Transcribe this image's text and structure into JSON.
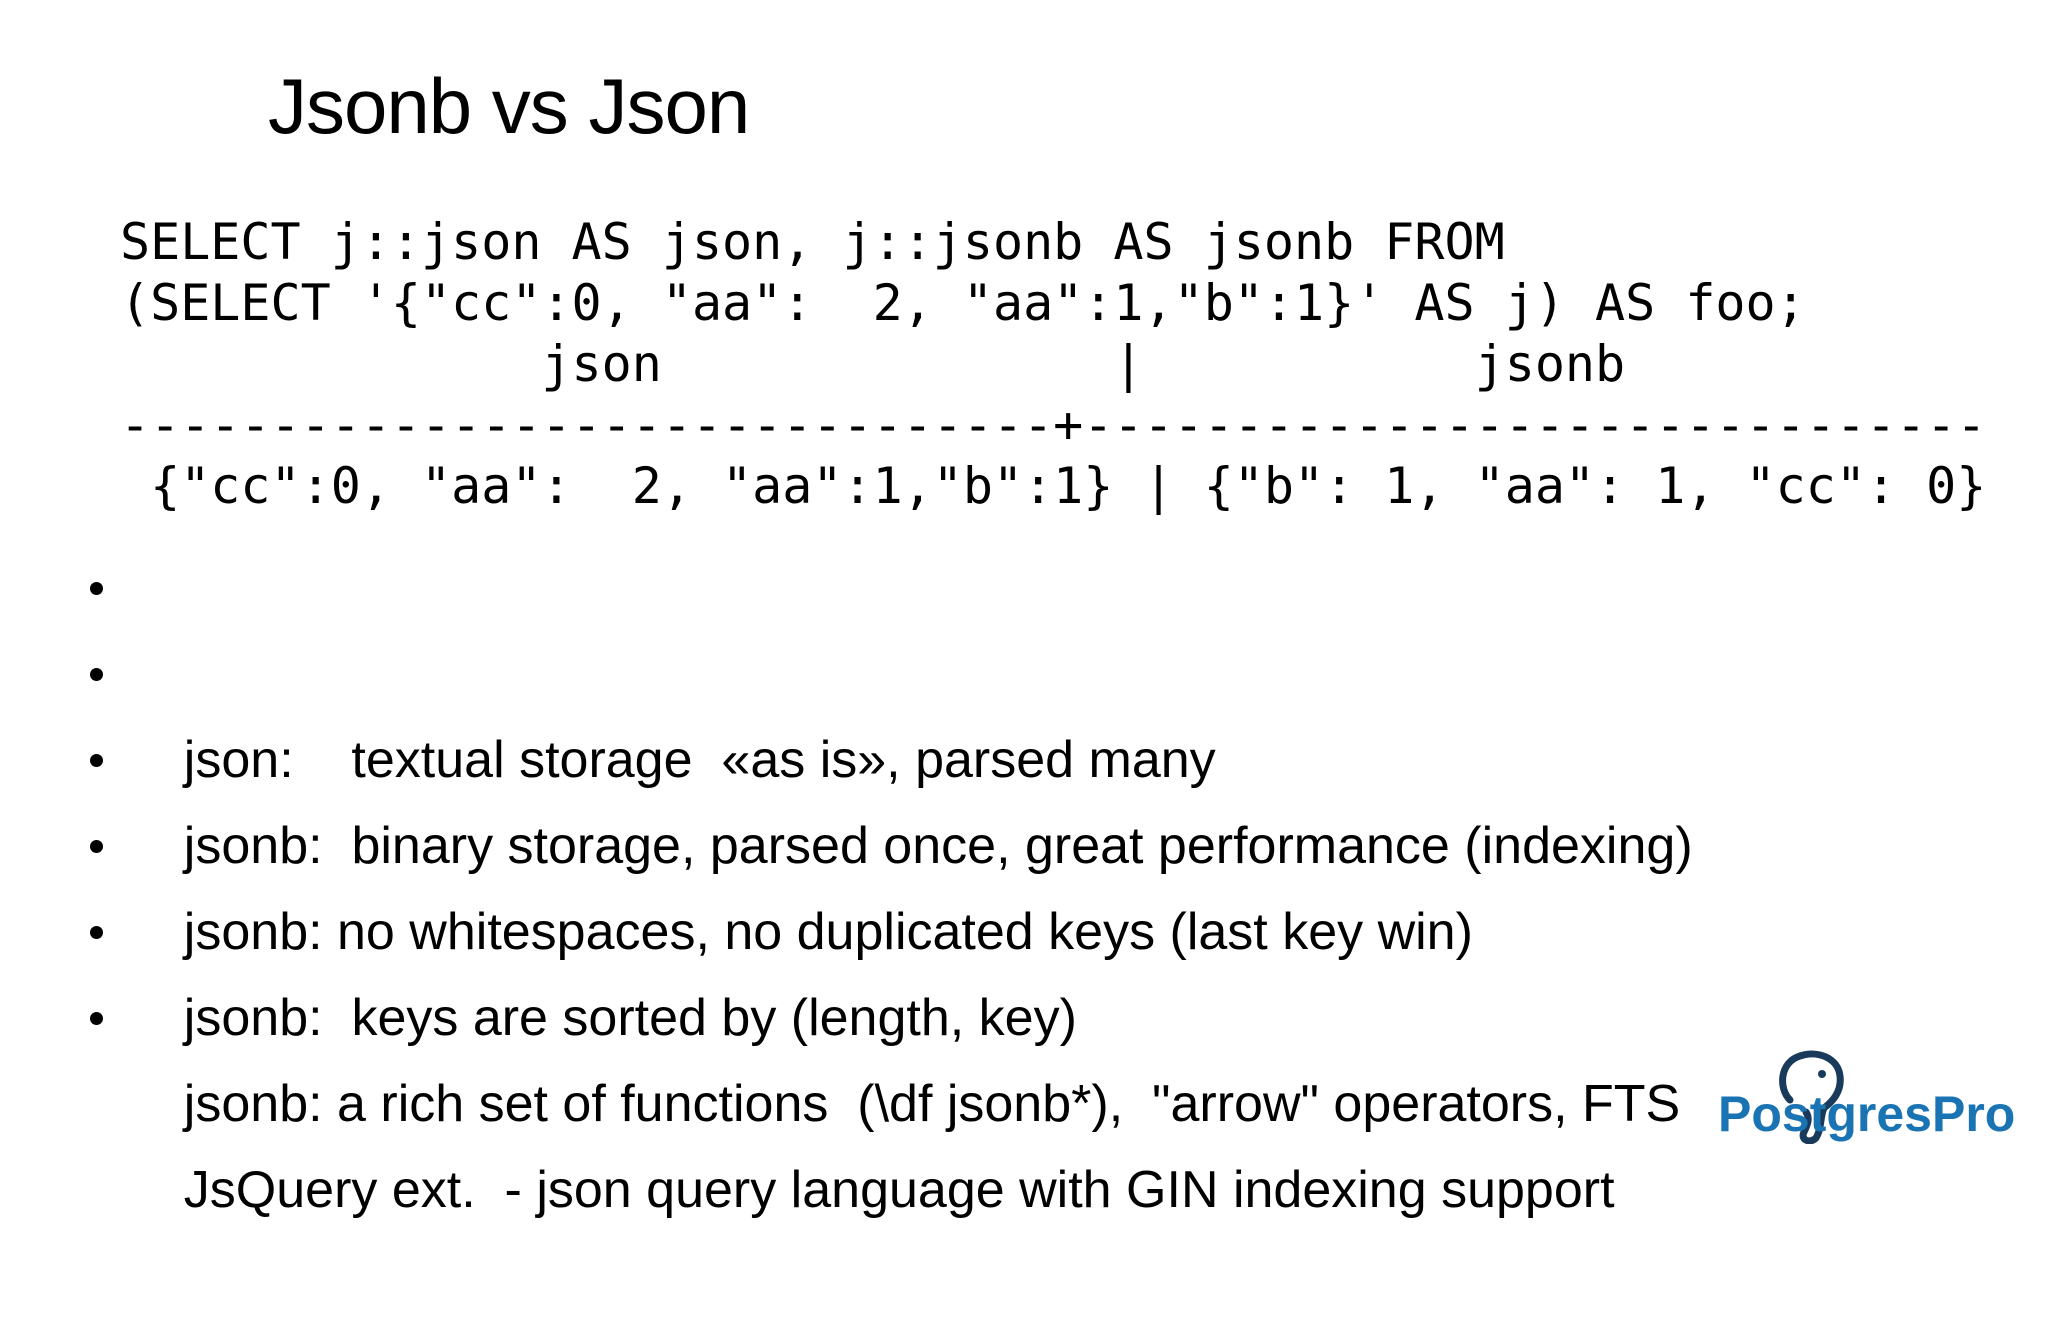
{
  "slide": {
    "title": "Jsonb vs Json"
  },
  "code": {
    "lines": [
      "SELECT j::json AS json, j::jsonb AS jsonb FROM",
      "(SELECT '{\"cc\":0, \"aa\":  2, \"aa\":1,\"b\":1}' AS j) AS foo;",
      "              json               |           jsonb",
      "-------------------------------+------------------------------",
      " {\"cc\":0, \"aa\":  2, \"aa\":1,\"b\":1} | {\"b\": 1, \"aa\": 1, \"cc\": 0}"
    ]
  },
  "bullets": [
    "json:    textual storage  «as is», parsed many",
    "jsonb:  binary storage, parsed once, great performance (indexing)",
    "jsonb: no whitespaces, no duplicated keys (last key win)",
    "jsonb:  keys are sorted by (length, key)",
    "jsonb: a rich set of functions  (\\df jsonb*),  \"arrow\" operators, FTS",
    "JsQuery ext.  - json query language with GIN indexing support"
  ],
  "logo": {
    "text": "PostgresPro",
    "icon": "elephant-icon",
    "color": "#1a74b4"
  }
}
